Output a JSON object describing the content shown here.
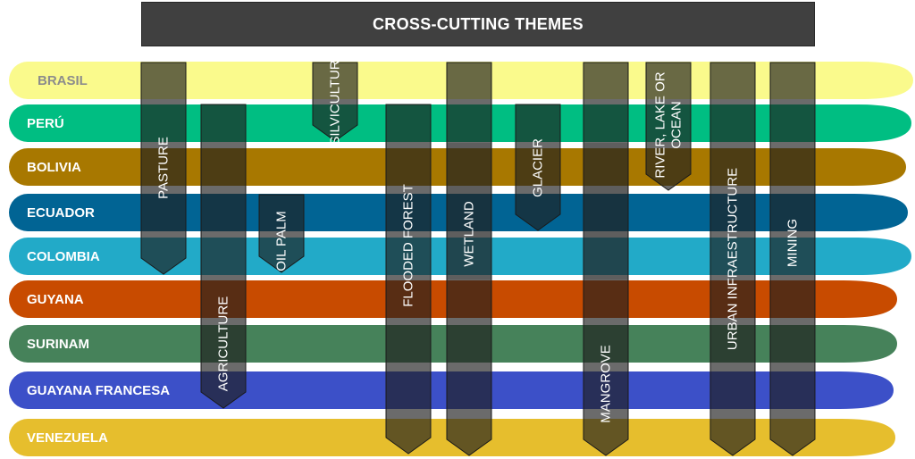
{
  "header": {
    "title": "CROSS-CUTTING THEMES"
  },
  "countries": [
    {
      "name": "BRASIL",
      "color": "#FAFA8C",
      "text_color": "#8C8C8C"
    },
    {
      "name": "PERÚ",
      "color": "#00BE82",
      "text_color": "#FFFFFF"
    },
    {
      "name": "BOLIVIA",
      "color": "#A87800",
      "text_color": "#FFFFFF"
    },
    {
      "name": "ECUADOR",
      "color": "#016494",
      "text_color": "#FFFFFF"
    },
    {
      "name": "COLOMBIA",
      "color": "#22AAC8",
      "text_color": "#FFFFFF"
    },
    {
      "name": "GUYANA",
      "color": "#C84B00",
      "text_color": "#FFFFFF"
    },
    {
      "name": "SURINAM",
      "color": "#46825A",
      "text_color": "#FFFFFF"
    },
    {
      "name": "GUAYANA FRANCESA",
      "color": "#3C50C8",
      "text_color": "#FFFFFF"
    },
    {
      "name": "VENEZUELA",
      "color": "#E6BE2D",
      "text_color": "#FFFFFF"
    }
  ],
  "themes": [
    {
      "id": "pasture",
      "lines": [
        "PASTURE"
      ]
    },
    {
      "id": "agriculture",
      "lines": [
        "AGRICULTURE"
      ]
    },
    {
      "id": "oil-palm",
      "lines": [
        "OIL PALM"
      ]
    },
    {
      "id": "silviculture",
      "lines": [
        "SILVICULTURE"
      ]
    },
    {
      "id": "flooded-forest",
      "lines": [
        "FLOODED FOREST"
      ]
    },
    {
      "id": "wetland",
      "lines": [
        "WETLAND"
      ]
    },
    {
      "id": "glacier",
      "lines": [
        "GLACIER"
      ]
    },
    {
      "id": "mangrove",
      "lines": [
        "MANGROVE"
      ]
    },
    {
      "id": "river-lake-ocean",
      "lines": [
        "RIVER, LAKE OR",
        "OCEAN"
      ]
    },
    {
      "id": "urban-infraestructure",
      "lines": [
        "URBAN INFRAESTRUCTURE"
      ]
    },
    {
      "id": "mining",
      "lines": [
        "MINING"
      ]
    }
  ]
}
